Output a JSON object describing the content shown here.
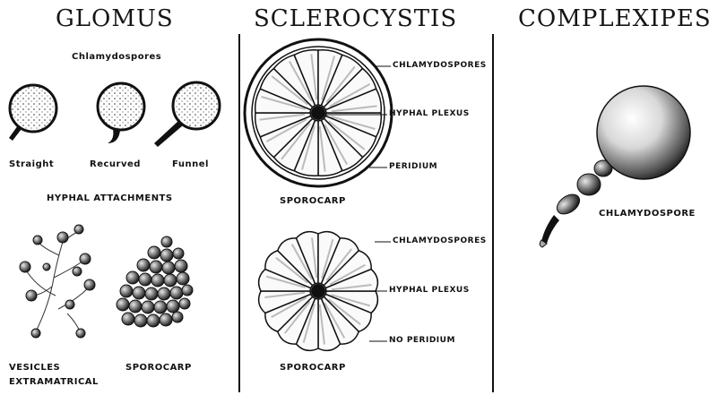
{
  "titles": {
    "glomus": "GLOMUS",
    "sclerocystis": "SCLEROCYSTIS",
    "complexipes": "COMPLEXIPES"
  },
  "glomus": {
    "chlamydospores_label": "Chlamydospores",
    "types": [
      "Straight",
      "Recurved",
      "Funnel"
    ],
    "hyphal_attachments_label": "HYPHAL ATTACHMENTS",
    "vesicles_label": "VESICLES",
    "extramatrical_label": "EXTRAMATRICAL",
    "sporocarp_label": "SPOROCARP"
  },
  "sclerocystis": {
    "top": {
      "chlamydospores": "CHLAMYDOSPORES",
      "hyphal_plexus": "HYPHAL PLEXUS",
      "peridium": "PERIDIUM",
      "sporocarp": "SPOROCARP"
    },
    "bottom": {
      "chlamydospores": "CHLAMYDOSPORES",
      "hyphal_plexus": "HYPHAL PLEXUS",
      "no_peridium": "NO PERIDIUM",
      "sporocarp": "SPOROCARP"
    }
  },
  "complexipes": {
    "chlamydospore": "CHLAMYDOSPORE"
  }
}
